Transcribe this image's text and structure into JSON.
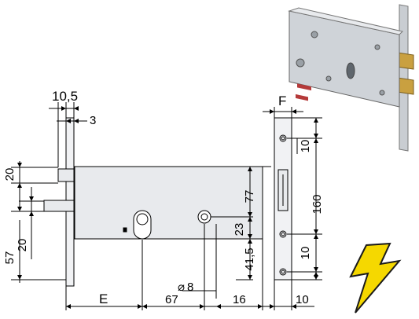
{
  "drawing": {
    "top_labels": {
      "width_total": "10,5",
      "width_faceplate": "3",
      "F": "F"
    },
    "left_labels": {
      "upper_20": "20",
      "lower_20": "20",
      "dim_57": "57"
    },
    "right_labels": {
      "dim_77": "77",
      "dim_23": "23",
      "dim_41_5": "41,5"
    },
    "bottom_labels": {
      "E": "E",
      "dim_67": "67",
      "dim_16": "16",
      "dim_8": "8",
      "dia_symbol": "⌀"
    },
    "side_labels": {
      "dim_160": "160",
      "top_10": "10",
      "bottom_10": "10",
      "base_10": "10"
    }
  },
  "photo": {
    "icon": "lock-product-photo"
  },
  "badge": {
    "icon": "lightning-bolt-icon",
    "fill_color": "#f5d800",
    "stroke_color": "#1a1a1a"
  },
  "colors": {
    "lock_body": "#e9ebee",
    "line": "#000000"
  }
}
